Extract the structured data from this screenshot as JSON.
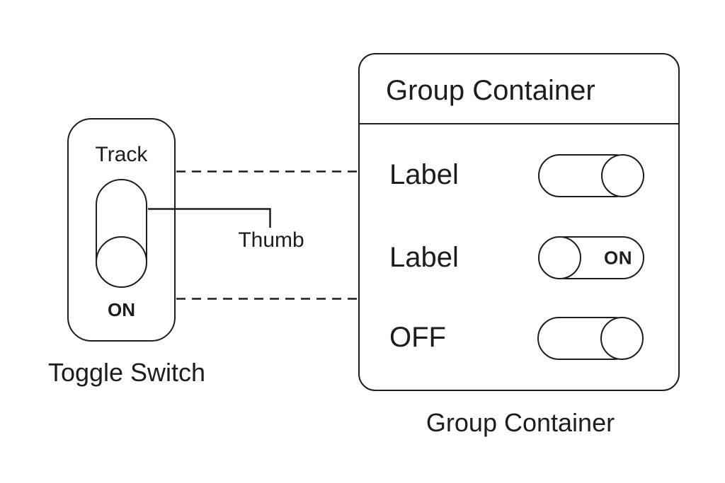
{
  "colors": {
    "ink": "#1d1d1f",
    "bg": "#ffffff"
  },
  "toggle_anatomy": {
    "track_label": "Track",
    "thumb_label": "Thumb",
    "state_label": "ON",
    "caption": "Toggle Switch"
  },
  "group_container": {
    "header": "Group Container",
    "caption": "Group Container",
    "rows": [
      {
        "label": "Label",
        "toggle_state": "on",
        "thumb_position": "right",
        "state_text": ""
      },
      {
        "label": "Label",
        "toggle_state": "on",
        "thumb_position": "left",
        "state_text": "ON"
      },
      {
        "label": "OFF",
        "toggle_state": "on",
        "thumb_position": "right",
        "state_text": ""
      }
    ]
  }
}
